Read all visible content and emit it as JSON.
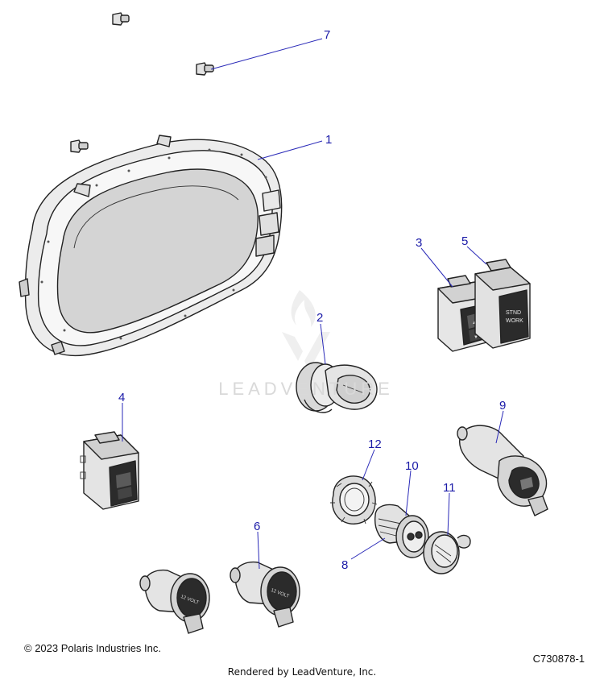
{
  "callouts": {
    "c1": "1",
    "c2": "2",
    "c3": "3",
    "c4": "4",
    "c5": "5",
    "c6": "6",
    "c7": "7",
    "c8": "8",
    "c9": "9",
    "c10": "10",
    "c11": "11",
    "c12": "12"
  },
  "switch_labels": {
    "stnd_work_line1": "STND",
    "stnd_work_line2": "WORK",
    "volt_12": "12 VOLT"
  },
  "watermark": {
    "brand": "LEADVENTURE"
  },
  "footer": {
    "copyright": "© 2023 Polaris Industries Inc.",
    "diagram_id": "C730878-1",
    "rendered_by": "Rendered by LeadVenture, Inc."
  },
  "colors": {
    "callout": "#1a1aa8",
    "leader": "#2a2ab8",
    "part_fill": "#e6e6e6",
    "part_dark": "#2b2b2b"
  }
}
